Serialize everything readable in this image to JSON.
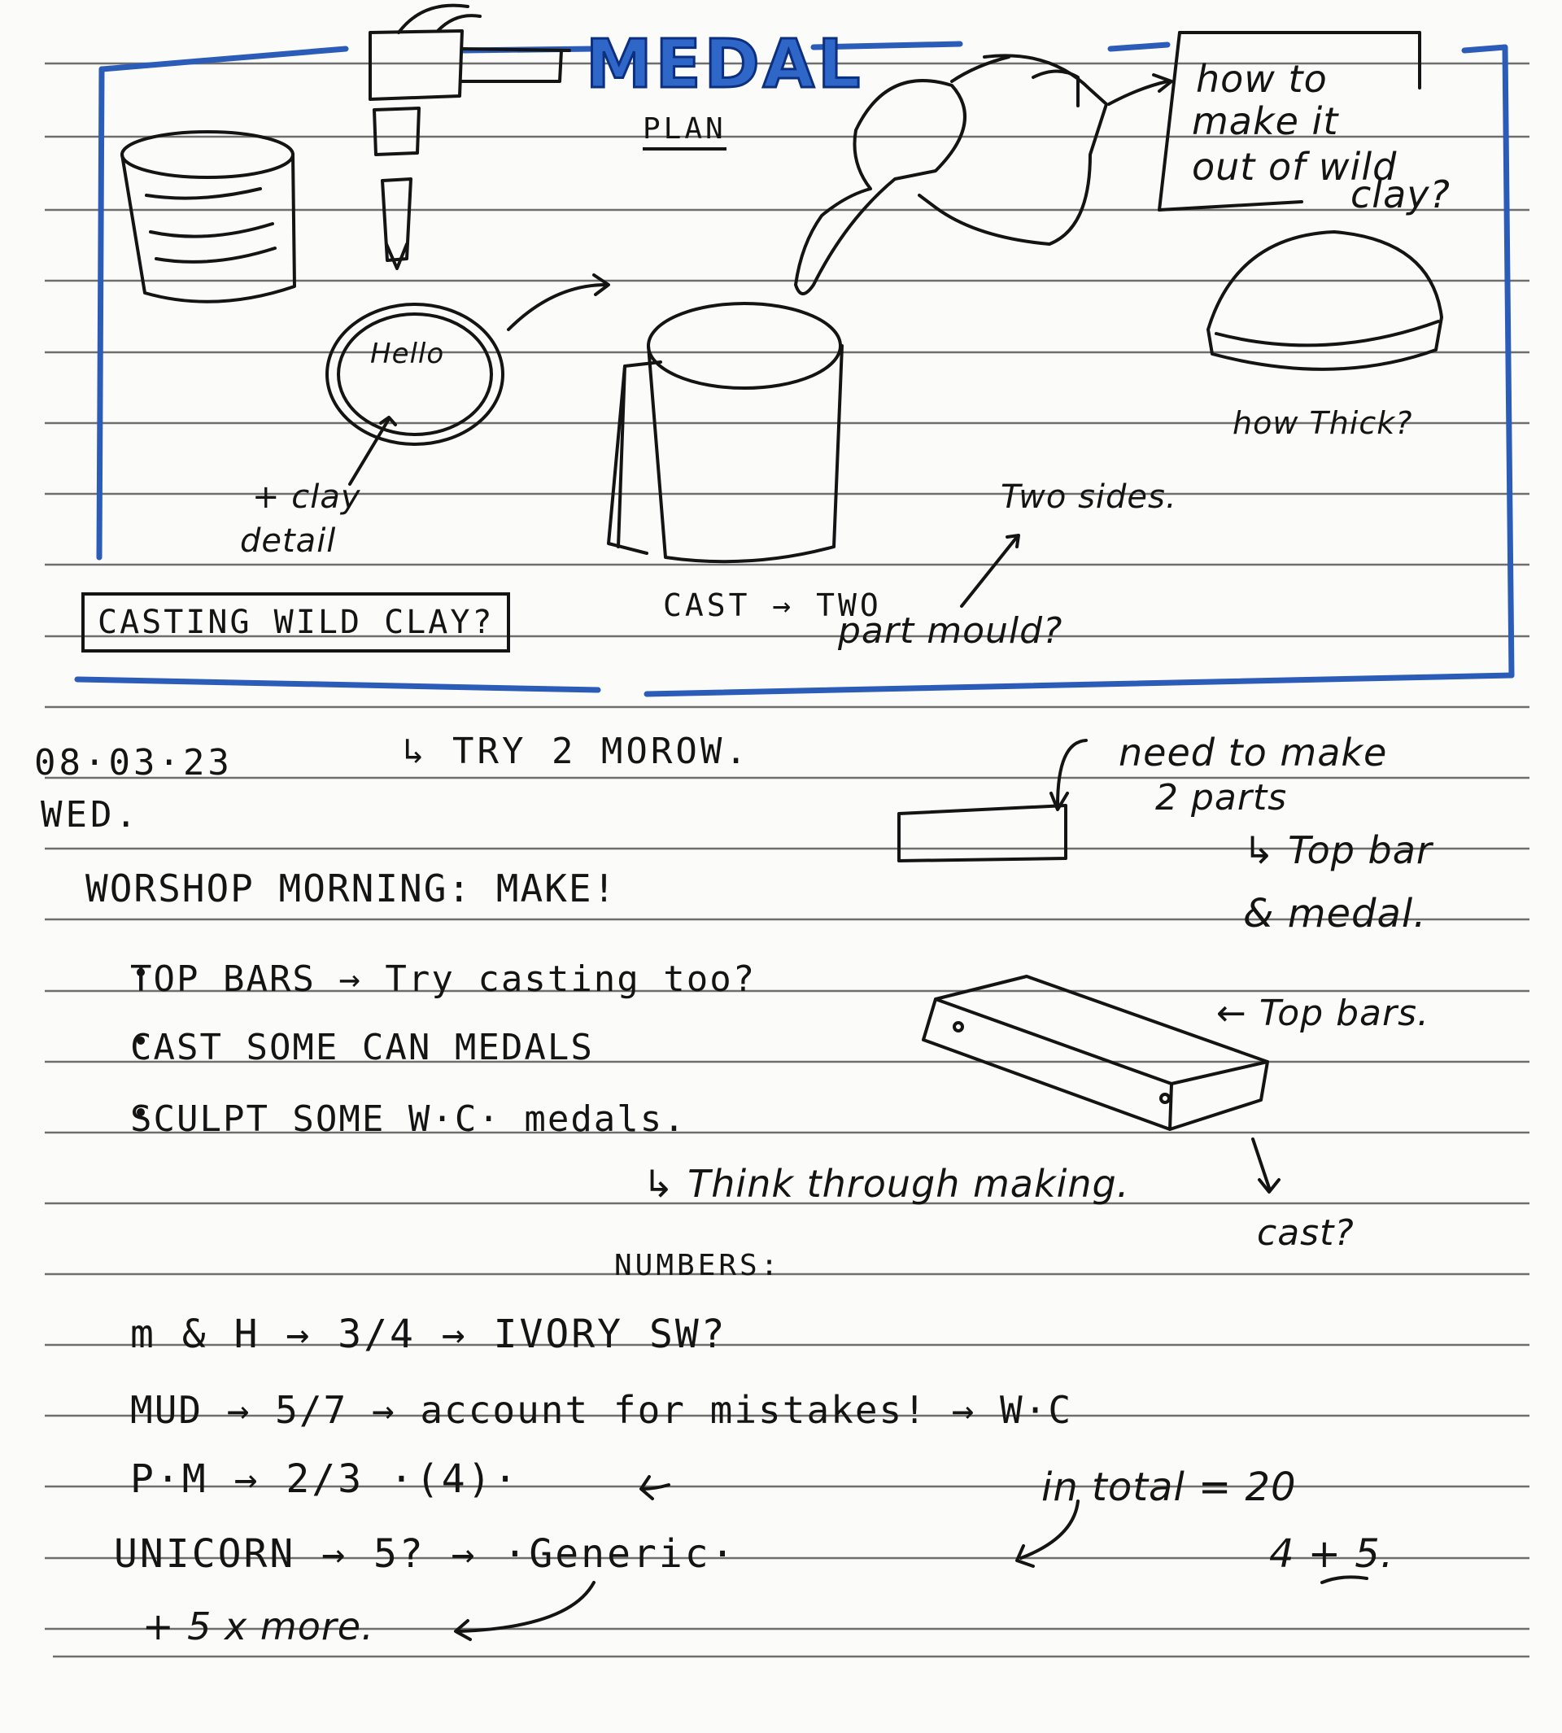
{
  "plan": {
    "title": "MEDAL",
    "subtitle": "PLAN",
    "coin_text": "Hello",
    "clay_note": [
      "+ clay",
      "detail"
    ],
    "question_box": [
      "how to",
      "make it",
      "out of wild",
      "clay?"
    ],
    "thickness_note": "how Thick?",
    "sides_note": "Two sides.",
    "cast_note": "CAST → TWO",
    "mould_note": "part mould?",
    "casting_box": "CASTING WILD CLAY?"
  },
  "entry": {
    "try_note": "↳ TRY 2 MOROW.",
    "date": "08·03·23",
    "day": "WED.",
    "heading": "WORSHOP MORNING: MAKE!",
    "bullets": [
      "TOP BARS → Try casting too?",
      "CAST SOME CAN MEDALS",
      "SCULPT SOME W·C· medals."
    ],
    "think_note": "↳ Think through making.",
    "parts_note": [
      "need to make",
      "2 parts",
      "↳ Top bar",
      "& medal."
    ],
    "top_bars_label": "← Top bars.",
    "cast_label": "cast?",
    "numbers_heading": "NUMBERS:",
    "numbers": [
      "m & H → 3/4 → IVORY SW?",
      "MUD → 5/7 → account for mistakes! → W·C",
      "P·M → 2/3 ·(4)·",
      "UNICORN → 5? → ·Generic·"
    ],
    "more_note": "+ 5 x more.",
    "total_note": "in total = 20",
    "total_split": "4 + 5."
  },
  "colors": {
    "ink": "#141414",
    "blue_border": "#2a5cb8",
    "rule_line": "#6e6e6e"
  }
}
